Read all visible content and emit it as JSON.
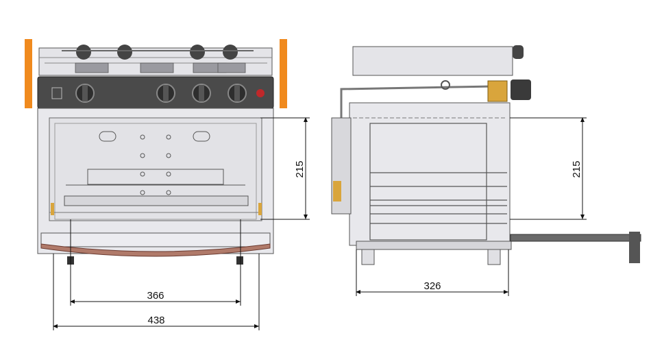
{
  "dimensions": {
    "front_inner_height": "215",
    "front_inner_width": "366",
    "front_total_width": "438",
    "side_inner_height": "215",
    "side_depth": "326"
  },
  "colors": {
    "body": "#d9d9de",
    "body_dark": "#3a3a3a",
    "panel": "#4a4a4a",
    "knob": "#3d3d3d",
    "bracket": "#f08a1e",
    "brass": "#d9a53c",
    "handle": "#b07a6a",
    "indicator": "#c0282a",
    "line": "#555555"
  },
  "icons": {
    "front": "stove-front-view",
    "side": "stove-side-view"
  }
}
